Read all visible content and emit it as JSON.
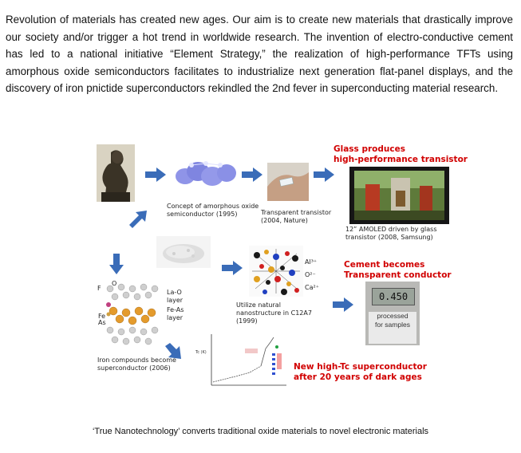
{
  "intro_text": "Revolution of materials has created new ages. Our aim is to create new materials that drastically improve our society and/or trigger a hot trend in worldwide research. The invention of electro-conductive cement has led to a national initiative “Element Strategy,” the realization of high-performance TFTs using amorphous oxide semiconductors facilitates to industrialize next generation flat-panel displays, and the discovery of iron pnictide superconductors rekindled the 2nd fever in superconducting material research.",
  "figure": {
    "caption_amorphous": "Concept of amorphous oxide semiconductor (1995)",
    "caption_transparent": "Transparent transistor (2004, Nature)",
    "caption_amoled": "12” AMOLED driven by glass transistor (2008, Samsung)",
    "caption_nano": "Utilize natural nanostructure in C12A7 (1999)",
    "caption_iron": "Iron compounds become superconductor (2006)",
    "red_glass_1": "Glass produces",
    "red_glass_2": "high-performance transistor",
    "red_cement_1": "Cement becomes",
    "red_cement_2": "Transparent conductor",
    "red_super_1": "New high-Tc superconductor",
    "red_super_2": "after 20 years of dark ages",
    "layer_lao": "La-O layer",
    "layer_feas": "Fe-As layer",
    "atom_f": "F",
    "atom_o": "O",
    "atom_fe": "Fe",
    "atom_as": "As",
    "lattice_a": "Al³⁺",
    "lattice_o": "O²⁻",
    "lattice_ca": "Ca²⁺",
    "meter_value": "0.450",
    "meter_text_1": "processed",
    "meter_text_2": "for samples",
    "graph_axis": "Tc (K)"
  },
  "footer_text": "‘True Nanotechnology’ converts traditional oxide materials to novel electronic materials",
  "colors": {
    "red": "#d10000",
    "arrow_blue": "#3a6cb8"
  }
}
